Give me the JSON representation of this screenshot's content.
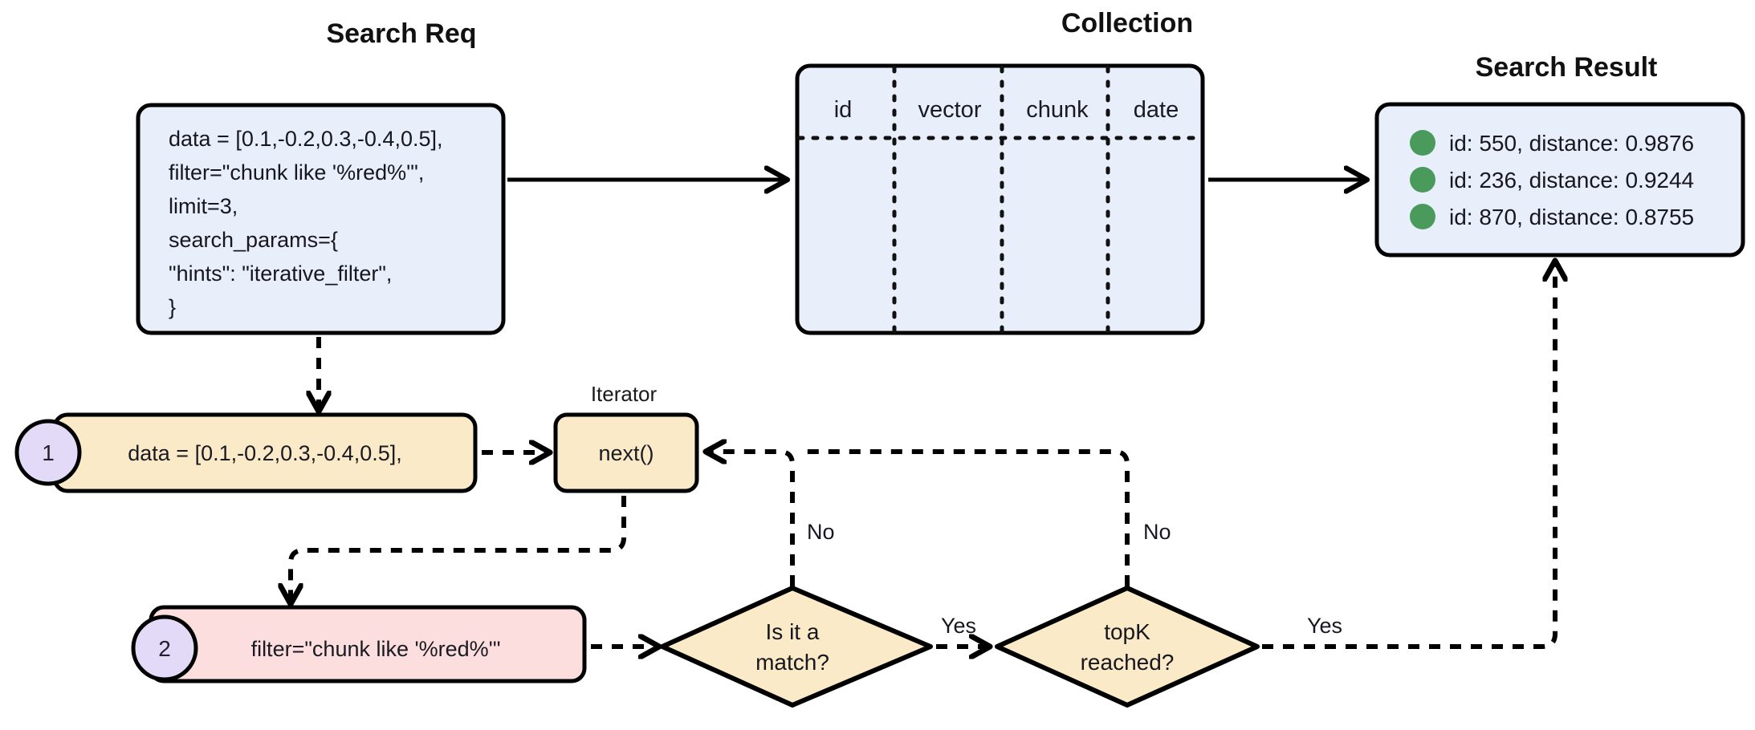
{
  "diagram": {
    "title_search_req": "Search Req",
    "title_collection": "Collection",
    "title_search_result": "Search Result",
    "title_iterator": "Iterator",
    "colors": {
      "blue_fill": "#e9eefb",
      "yellow_fill": "#fbeac8",
      "pink_fill": "#fbdedd",
      "badge_fill": "#e3daf7",
      "bullet_green": "#4a9a5c",
      "stroke": "#000000"
    },
    "search_req": {
      "lines": [
        "data = [0.1,-0.2,0.3,-0.4,0.5],",
        "filter=\"chunk like '%red%'\",",
        "limit=3,",
        "search_params={",
        "    \"hints\": \"iterative_filter\",",
        "}"
      ]
    },
    "collection": {
      "columns": [
        "id",
        "vector",
        "chunk",
        "date"
      ]
    },
    "search_result": {
      "rows": [
        "id: 550, distance: 0.9876",
        "id: 236, distance: 0.9244",
        "id: 870, distance: 0.8755"
      ]
    },
    "step1": {
      "badge": "1",
      "text": "data = [0.1,-0.2,0.3,-0.4,0.5],"
    },
    "step2": {
      "badge": "2",
      "text": "filter=\"chunk like '%red%'\""
    },
    "iterator": {
      "label": "next()"
    },
    "decision_match": {
      "line1": "Is it a",
      "line2": "match?"
    },
    "decision_topk": {
      "line1": "topK",
      "line2": "reached?"
    },
    "edge_labels": {
      "match_no": "No",
      "match_yes": "Yes",
      "topk_no": "No",
      "topk_yes": "Yes"
    }
  }
}
